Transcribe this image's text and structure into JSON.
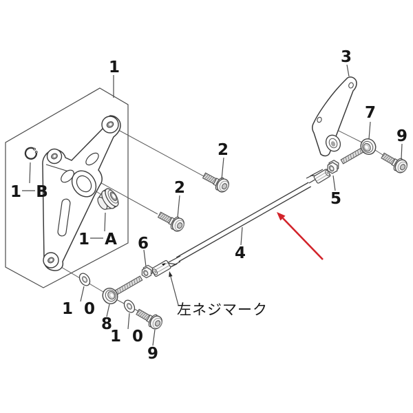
{
  "figure": {
    "labels": {
      "n1": "1",
      "n1a_num": "1",
      "n1a_letter": "A",
      "n1b_num": "1",
      "n1b_letter": "B",
      "n2_upper": "2",
      "n2_lower": "2",
      "n3": "3",
      "n4": "4",
      "n5": "5",
      "n6": "6",
      "n7": "7",
      "n8": "8",
      "n9_right": "9",
      "n9_lower": "9",
      "n10_left": "1 0",
      "n10_mid": "1 0"
    },
    "note": "左ネジマーク",
    "colors": {
      "arrow": "#d2232a",
      "ink": "#3a3a3a",
      "paper": "#ffffff"
    }
  }
}
